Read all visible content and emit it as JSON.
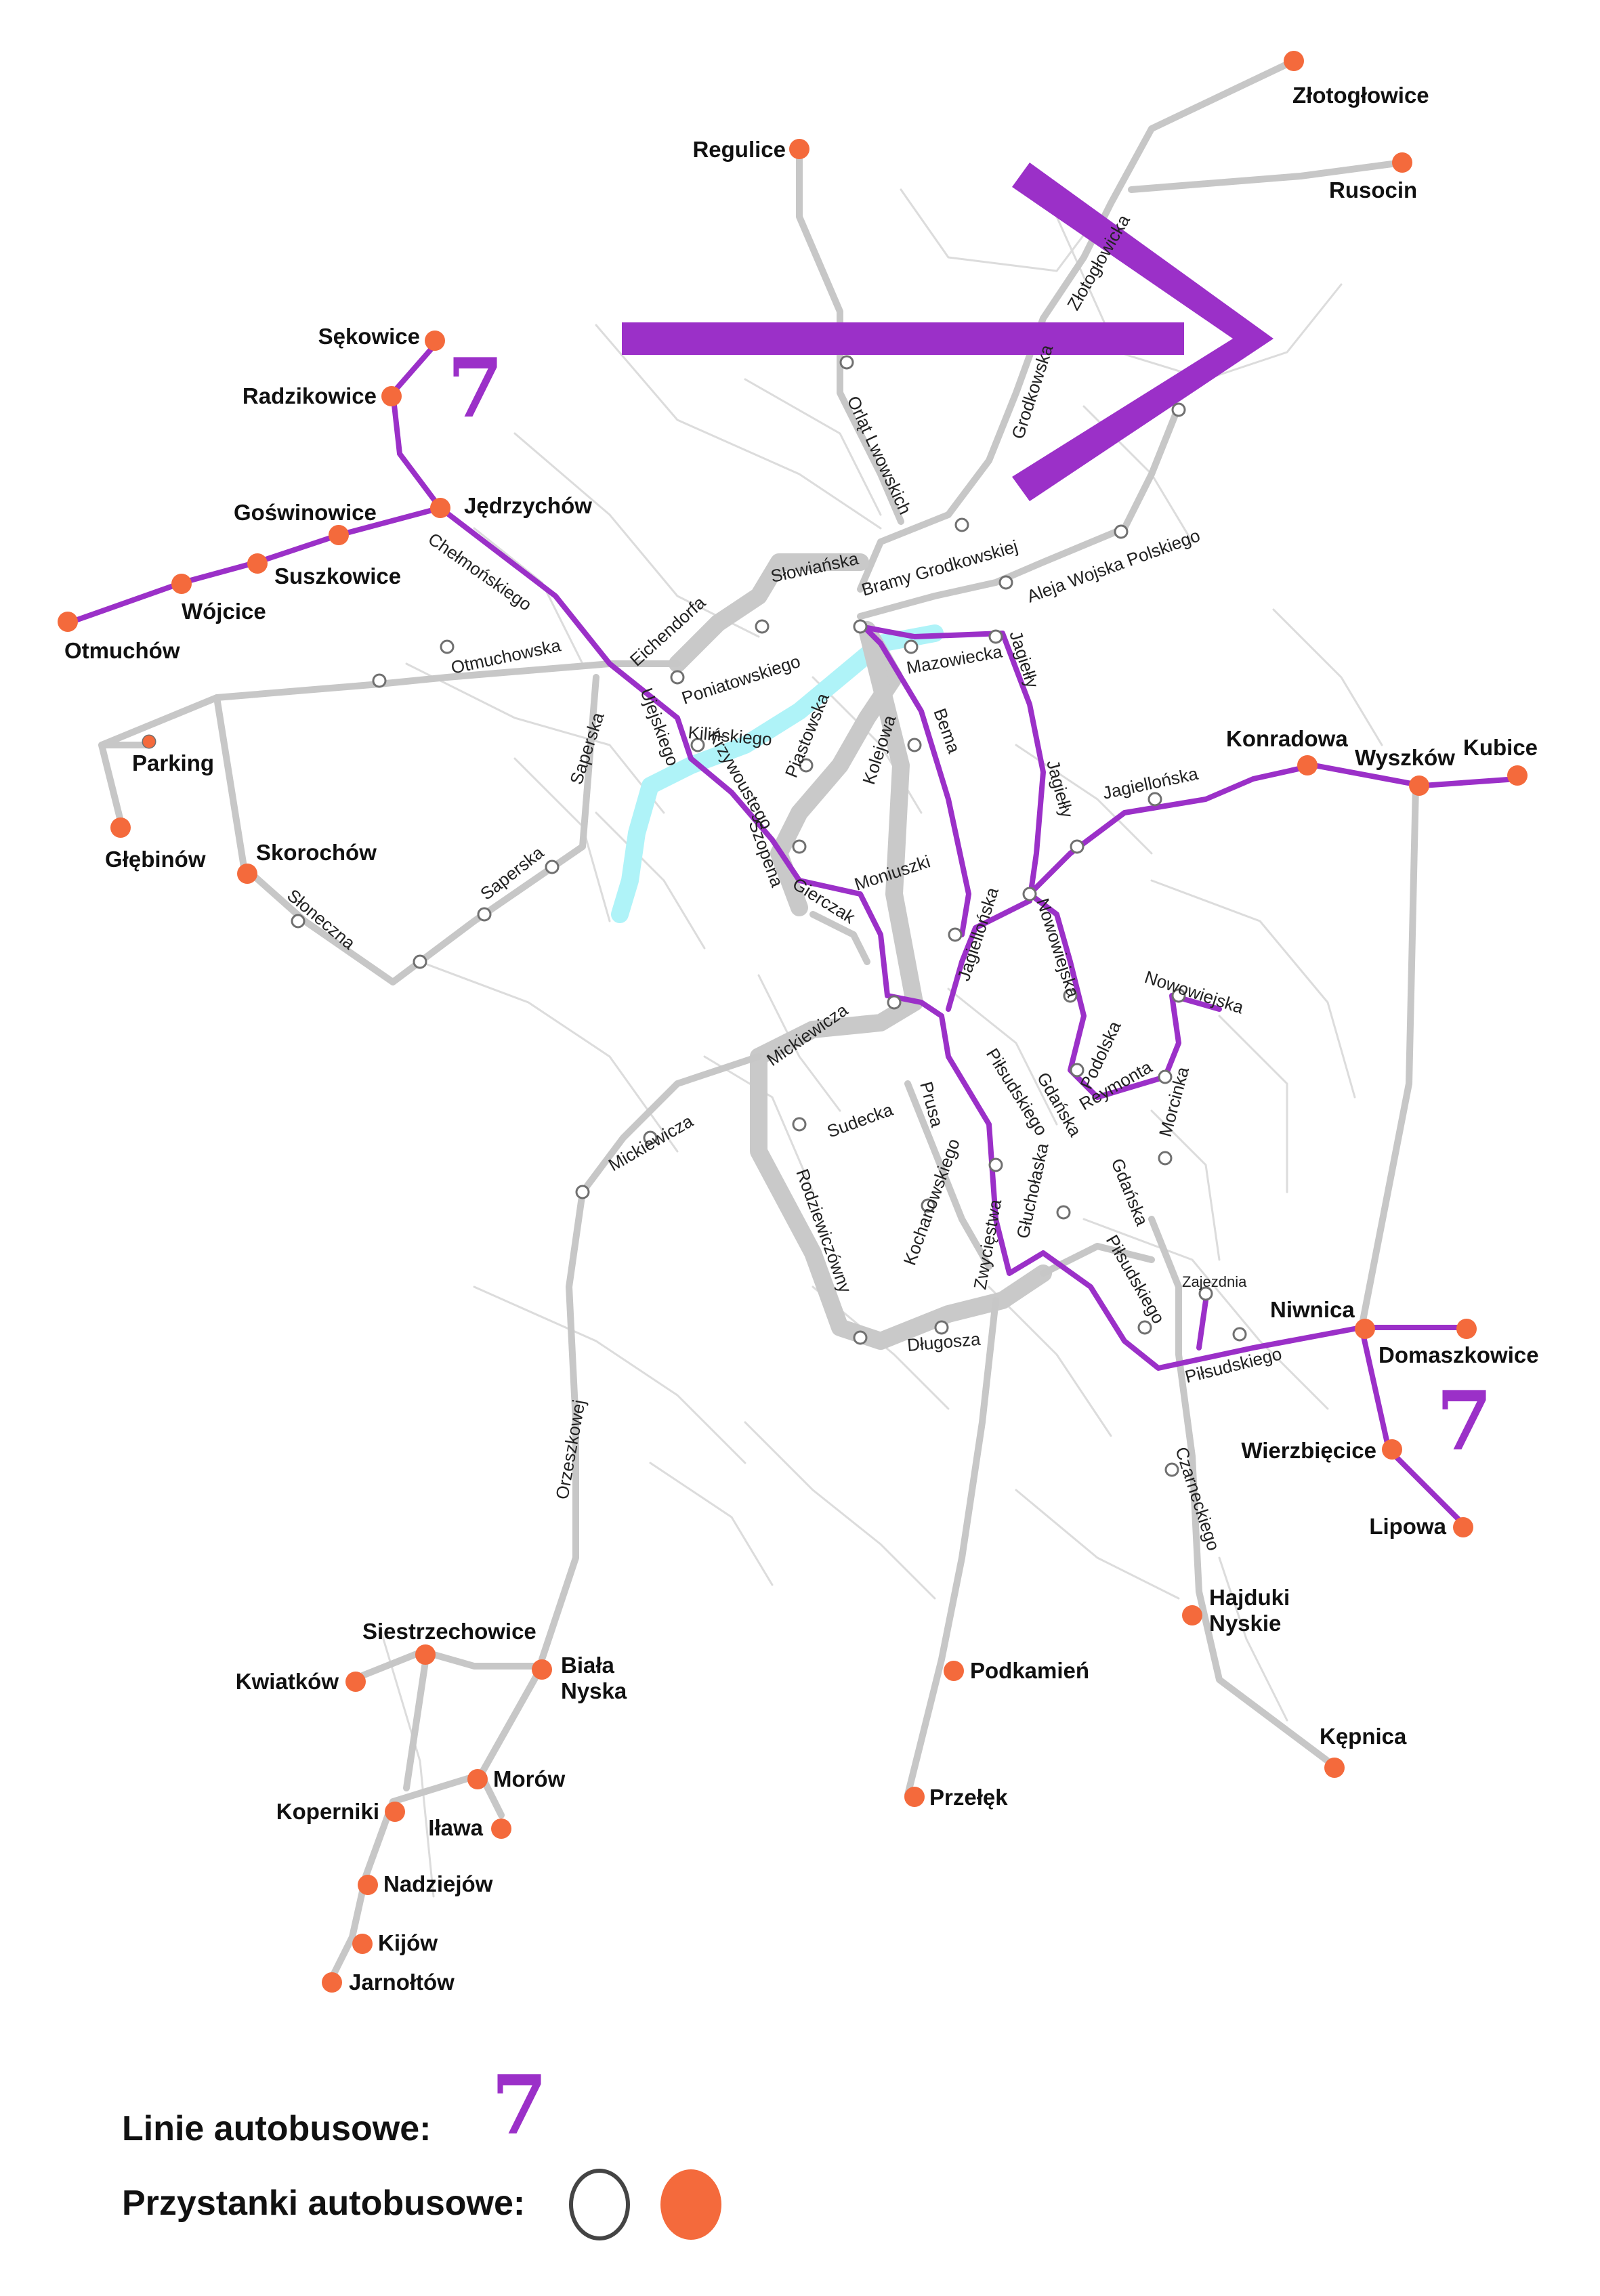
{
  "colors": {
    "line7": "#9b30c8",
    "town_stop": "#f46a3c",
    "route": "#c7c7c7",
    "road": "#dcdcdc",
    "river": "#aff3f8"
  },
  "direction_arrow": {
    "icon": "direction-arrow-icon",
    "direction": "east"
  },
  "line_markers": [
    "7",
    "7"
  ],
  "towns": [
    {
      "name": "Złotogłowice"
    },
    {
      "name": "Rusocin"
    },
    {
      "name": "Regulice"
    },
    {
      "name": "Sękowice"
    },
    {
      "name": "Radzikowice"
    },
    {
      "name": "Jędrzychów"
    },
    {
      "name": "Goświnowice"
    },
    {
      "name": "Suszkowice"
    },
    {
      "name": "Wójcice"
    },
    {
      "name": "Otmuchów"
    },
    {
      "name": "Parking"
    },
    {
      "name": "Głębinów"
    },
    {
      "name": "Skorochów"
    },
    {
      "name": "Konradowa"
    },
    {
      "name": "Wyszków"
    },
    {
      "name": "Kubice"
    },
    {
      "name": "Niwnica"
    },
    {
      "name": "Domaszkowice"
    },
    {
      "name": "Wierzbięcice"
    },
    {
      "name": "Lipowa"
    },
    {
      "name": "Hajduki Nyskie"
    },
    {
      "name": "Podkamień"
    },
    {
      "name": "Przełęk"
    },
    {
      "name": "Kępnica"
    },
    {
      "name": "Siestrzechowice"
    },
    {
      "name": "Kwiatków"
    },
    {
      "name": "Biała Nyska"
    },
    {
      "name": "Morów"
    },
    {
      "name": "Koperniki"
    },
    {
      "name": "Iława"
    },
    {
      "name": "Nadziejów"
    },
    {
      "name": "Kijów"
    },
    {
      "name": "Jarnołtów"
    }
  ],
  "streets": [
    "Złotogłowicka",
    "Grodkowska",
    "Orląt Lwowskich",
    "Słowiańska",
    "Bramy Grodkowskiej",
    "Aleja Wojska Polskiego",
    "Chełmońskiego",
    "Eichendorfa",
    "Poniatowskiego",
    "Otmuchowska",
    "Mazowiecka",
    "Jagiełły",
    "Jagiełły",
    "Bema",
    "Kolejowa",
    "Piastowska",
    "Kilińskiego",
    "Ujejskiego",
    "Krzywoustego",
    "Saperska",
    "Saperska",
    "Jagiellońska",
    "Szopena",
    "Gierczak",
    "Moniuszki",
    "Jagiellońska",
    "Nowowiejska",
    "Nowowiejska",
    "Słoneczna",
    "Podolska",
    "Reymonta",
    "Mickiewicza",
    "Mickiewicza",
    "Sudecka",
    "Prusa",
    "Piłsudskiego",
    "Gdańska",
    "Morcinka",
    "Rodziewiczówny",
    "Kochanowskiego",
    "Zwycięstwa",
    "Głuchołaska",
    "Gdańska",
    "Piłsudskiego",
    "Zajezdnia",
    "Długosza",
    "Piłsudskiego",
    "Orzeszkowej",
    "Czarneckiego"
  ],
  "legend": {
    "lines_label": "Linie autobusowe:",
    "lines_marker": "7",
    "stops_label": "Przystanki autobusowe:"
  }
}
